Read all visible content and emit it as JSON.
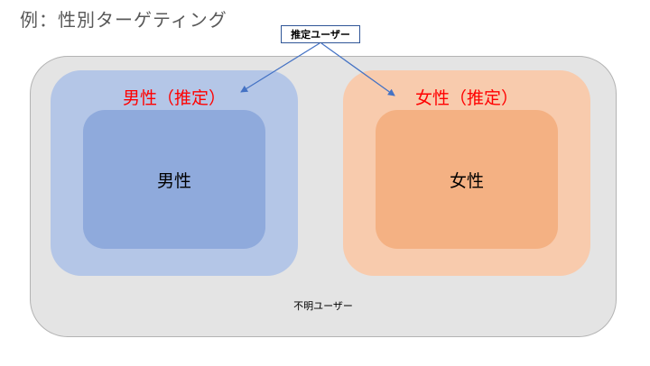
{
  "heading": "例：性別ターゲティング",
  "callout": "推定ユーザー",
  "outer_label": "不明ユーザー",
  "male": {
    "estimated_label": "男性（推定）",
    "core_label": "男性"
  },
  "female": {
    "estimated_label": "女性（推定）",
    "core_label": "女性"
  },
  "colors": {
    "outer_bg": "#e4e4e4",
    "male_estimated": "#b4c6e7",
    "male_core": "#8faadc",
    "female_estimated": "#f8cbad",
    "female_core": "#f4b183",
    "estimated_text": "#ff0000",
    "arrow": "#4472c4"
  }
}
